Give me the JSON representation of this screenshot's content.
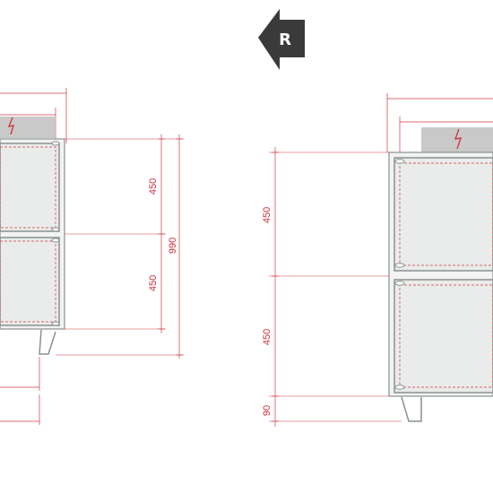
{
  "direction_arrow": {
    "label": "R",
    "icon": "left-arrow-icon",
    "color": "#3a3a3a"
  },
  "electrical_icon": "lightning-bolt-icon",
  "colors": {
    "dimension": "#d03a44",
    "frame": "#8a9090",
    "panel": "#e9ecea",
    "top_unit": "#c9c9c9"
  },
  "left_view": {
    "dimensions": {
      "upper_door": "450",
      "lower_door": "450",
      "total_height": "990"
    }
  },
  "right_view": {
    "dimensions": {
      "upper_door": "450",
      "lower_door": "450",
      "leg": "90"
    }
  }
}
